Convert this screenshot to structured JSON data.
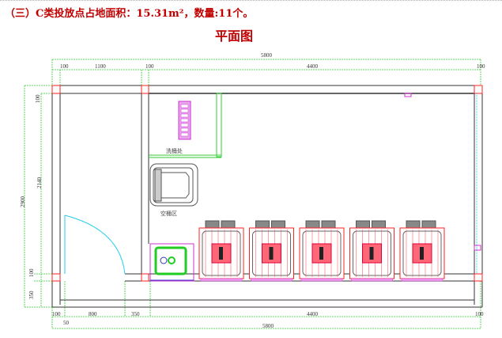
{
  "heading": "（三）C类投放点占地面积：15.31m²，数量:11个。",
  "subtitle": "平面图",
  "drawing": {
    "labels": {
      "wash_area": "洗桶处",
      "empty_bin_area": "空桶区"
    },
    "dims_top": {
      "total": "5800",
      "a": "100",
      "b": "1100",
      "c": "100",
      "d": "4400",
      "e": "100"
    },
    "dims_left": {
      "total": "2900",
      "a": "100",
      "b": "2140",
      "c": "100",
      "d": "350"
    },
    "dims_bottom": {
      "a": "100",
      "b": "800",
      "c": "350",
      "d": "4400",
      "e": "100",
      "f": "50",
      "total": "5800"
    },
    "bin_count_drawn": 5,
    "colors": {
      "wall": "#333333",
      "dim": "#33cc33",
      "column": "#ff2222",
      "door": "#22ccee",
      "rack": "#cc33cc"
    }
  }
}
